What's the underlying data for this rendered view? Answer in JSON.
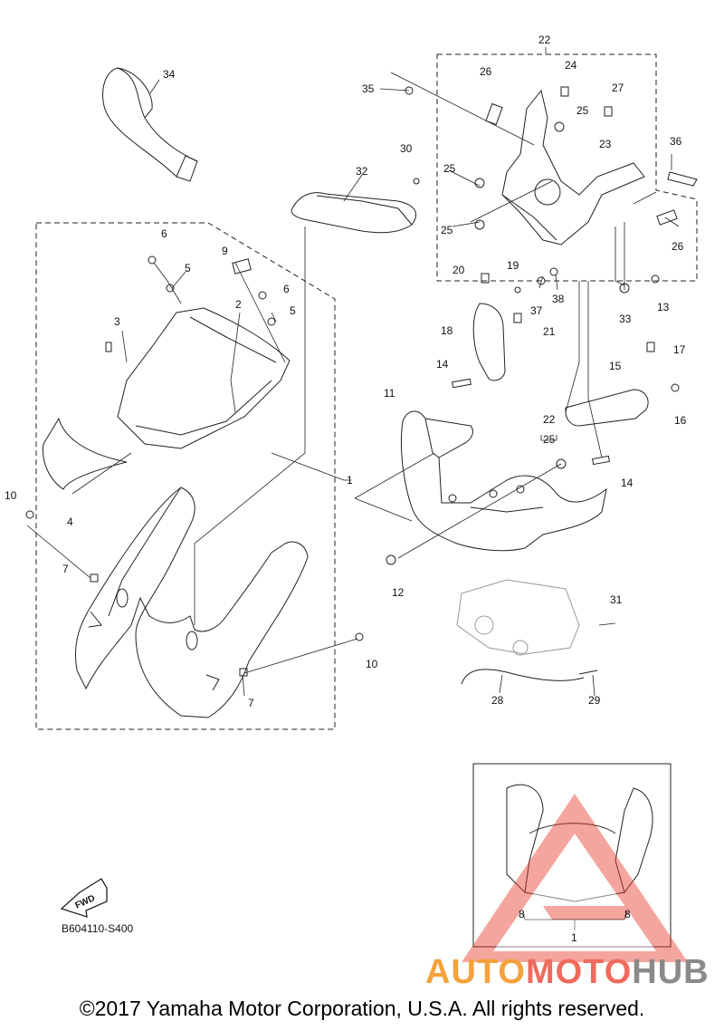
{
  "copyright": "©2017 Yamaha Motor Corporation, U.S.A. All rights reserved.",
  "diagram_code": "B604110-S400",
  "fwd_label": "FWD",
  "watermark": {
    "part1": "AUTO",
    "part2": "MOTO",
    "part3": "HUB"
  },
  "colors": {
    "line": "#222222",
    "watermark_red": "#e8392b",
    "watermark_orange": "#f4a23c",
    "watermark_gray": "#8a8a8a"
  },
  "callouts": {
    "c1": "1",
    "c2": "2",
    "c3": "3",
    "c4": "4",
    "c5": "5",
    "c6": "6",
    "c7": "7",
    "c8": "8",
    "c9": "9",
    "c10": "10",
    "c11": "11",
    "c12": "12",
    "c13": "13",
    "c14": "14",
    "c15": "15",
    "c16": "16",
    "c17": "17",
    "c18": "18",
    "c19": "19",
    "c20": "20",
    "c21": "21",
    "c22": "22",
    "c23": "23",
    "c24": "24",
    "c25": "25",
    "c26": "26",
    "c27": "27",
    "c28": "28",
    "c29": "29",
    "c30": "30",
    "c31": "31",
    "c32": "32",
    "c33": "33",
    "c34": "34",
    "c35": "35",
    "c36": "36",
    "c37": "37",
    "c38": "38"
  }
}
